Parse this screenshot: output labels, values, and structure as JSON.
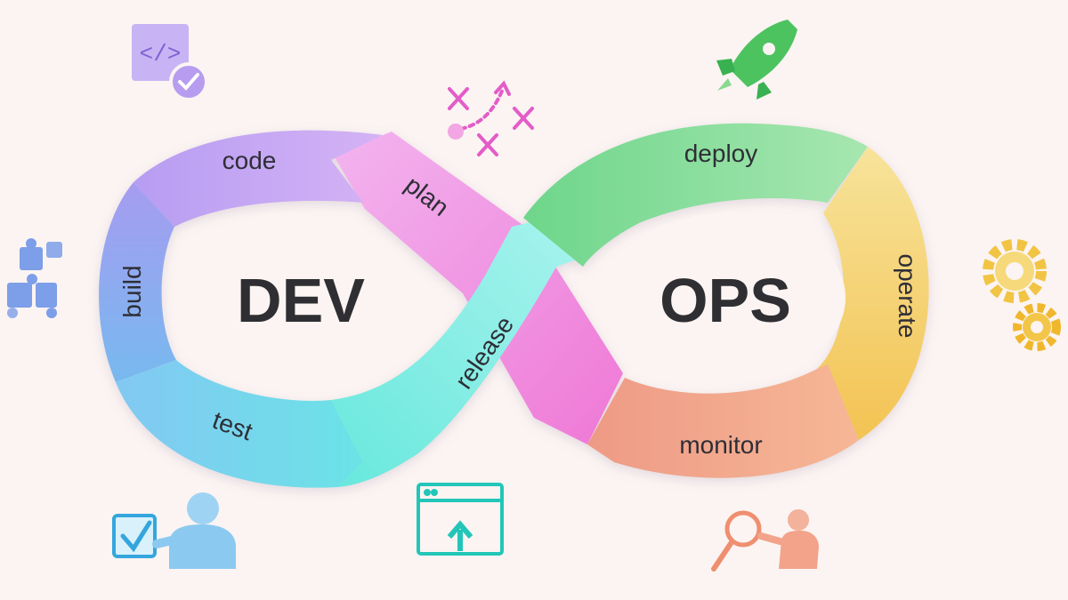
{
  "diagram": {
    "left_loop_title": "DEV",
    "right_loop_title": "OPS",
    "stages": [
      {
        "id": "code",
        "label": "code",
        "color": "#c39cf0"
      },
      {
        "id": "build",
        "label": "build",
        "color": "#8ea8ee"
      },
      {
        "id": "test",
        "label": "test",
        "color": "#7fd3f2"
      },
      {
        "id": "release",
        "label": "release",
        "color": "#6fe6de"
      },
      {
        "id": "deploy",
        "label": "deploy",
        "color": "#8fdc9a"
      },
      {
        "id": "operate",
        "label": "operate",
        "color": "#f5d06f"
      },
      {
        "id": "monitor",
        "label": "monitor",
        "color": "#f2a48b"
      },
      {
        "id": "plan",
        "label": "plan",
        "color": "#f29be0"
      }
    ]
  },
  "icons": [
    {
      "name": "code-check-icon",
      "color": "#b592f0"
    },
    {
      "name": "strategy-icon",
      "color": "#e35cc8"
    },
    {
      "name": "rocket-icon",
      "color": "#4cc35f"
    },
    {
      "name": "puzzle-icon",
      "color": "#7d9ee8"
    },
    {
      "name": "gears-icon",
      "color": "#f1c444"
    },
    {
      "name": "tester-icon",
      "color": "#34a6dd"
    },
    {
      "name": "upload-window-icon",
      "color": "#22c6b8"
    },
    {
      "name": "monitor-person-icon",
      "color": "#ef8f70"
    }
  ]
}
